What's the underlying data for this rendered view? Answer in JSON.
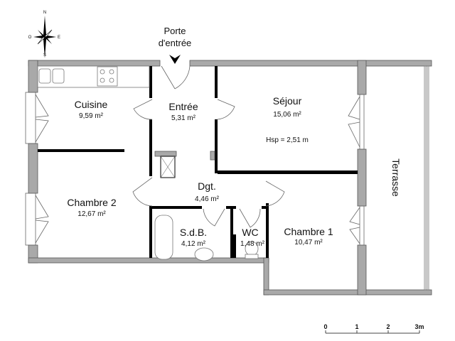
{
  "compass": {
    "n": "N",
    "s": "S",
    "e": "E",
    "o": "O"
  },
  "entrance": {
    "line1": "Porte",
    "line2": "d'entrée"
  },
  "rooms": [
    {
      "name": "Cuisine",
      "area": "9,59 m²"
    },
    {
      "name": "Entrée",
      "area": "5,31 m²"
    },
    {
      "name": "Séjour",
      "area": "15,06 m²",
      "note": "Hsp = 2,51 m"
    },
    {
      "name": "Dgt.",
      "area": "4,46 m²"
    },
    {
      "name": "Chambre 2",
      "area": "12,67 m²"
    },
    {
      "name": "S.d.B.",
      "area": "4,12 m²"
    },
    {
      "name": "WC",
      "area": "1,48 m²"
    },
    {
      "name": "Chambre 1",
      "area": "10,47 m²"
    },
    {
      "name": "Terrasse"
    }
  ],
  "scale": {
    "ticks": [
      "0",
      "1",
      "2",
      "3m"
    ]
  },
  "colors": {
    "exterior_wall": "#a9a9a9",
    "interior_wall": "#000000"
  }
}
